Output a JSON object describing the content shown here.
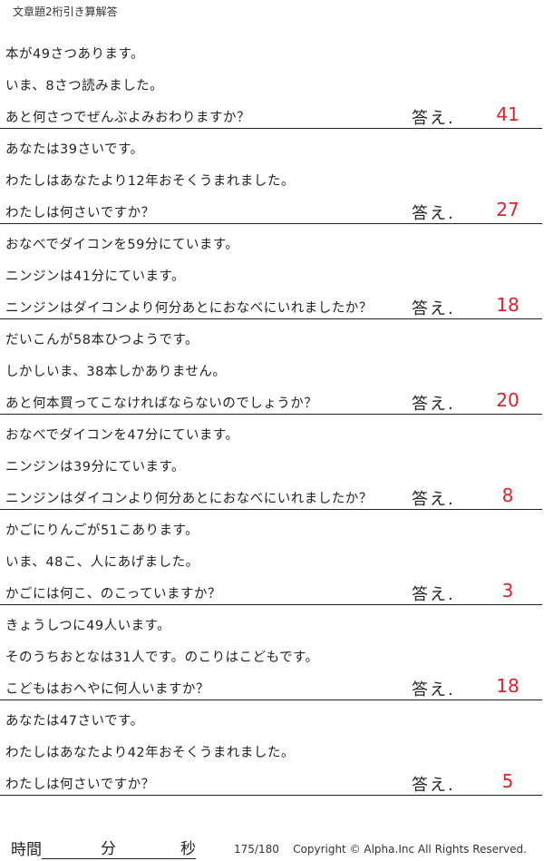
{
  "title": "文章題2桁引き算解答",
  "answer_label": "答え.",
  "answer_color": "#e0202a",
  "problems": [
    {
      "lines": [
        "本が49さつあります。",
        "いま、8さつ読みました。",
        "あと何さつでぜんぶよみおわりますか？"
      ],
      "answer": "41"
    },
    {
      "lines": [
        "あなたは39さいです。",
        "わたしはあなたより12年おそくうまれました。",
        "わたしは何さいですか？"
      ],
      "answer": "27"
    },
    {
      "lines": [
        "おなべでダイコンを59分にています。",
        "ニンジンは41分にています。",
        "ニンジンはダイコンより何分あとにおなべにいれましたか？"
      ],
      "answer": "18"
    },
    {
      "lines": [
        "だいこんが58本ひつようです。",
        "しかしいま、38本しかありません。",
        "あと何本買ってこなければならないのでしょうか？"
      ],
      "answer": "20"
    },
    {
      "lines": [
        "おなべでダイコンを47分にています。",
        "ニンジンは39分にています。",
        "ニンジンはダイコンより何分あとにおなべにいれましたか？"
      ],
      "answer": "8"
    },
    {
      "lines": [
        "かごにりんごが51こあります。",
        "いま、48こ、人にあげました。",
        "かごには何こ、のこっていますか？"
      ],
      "answer": "3"
    },
    {
      "lines": [
        "きょうしつに49人います。",
        "そのうちおとなは31人です。のこりはこどもです。",
        "こどもはおへやに何人いますか？"
      ],
      "answer": "18"
    },
    {
      "lines": [
        "あなたは47さいです。",
        "わたしはあなたより42年おそくうまれました。",
        "わたしは何さいですか？"
      ],
      "answer": "5"
    }
  ],
  "footer": {
    "time_label": "時間",
    "minutes_label": "分",
    "seconds_label": "秒",
    "page": "175/180",
    "copyright": "Copyright ©  Alpha.Inc All Rights Reserved."
  }
}
